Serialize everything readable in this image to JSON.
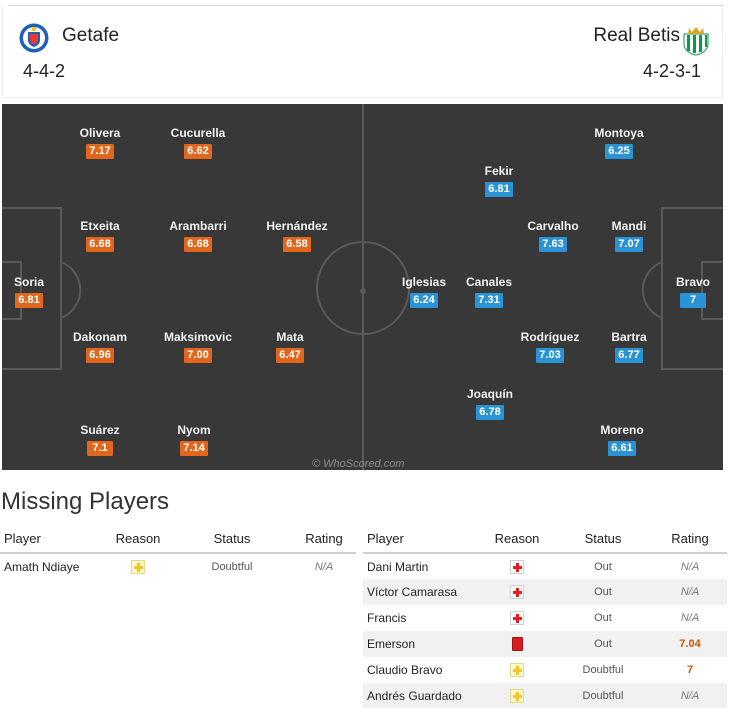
{
  "home": {
    "name": "Getafe",
    "formation": "4-4-2",
    "crest_icon": "getafe-crest-icon",
    "rating_color": "#e3661d",
    "players": [
      {
        "name": "Olivera",
        "rating": "7.17"
      },
      {
        "name": "Cucurella",
        "rating": "6.62"
      },
      {
        "name": "Etxeita",
        "rating": "6.68"
      },
      {
        "name": "Arambarri",
        "rating": "6.68"
      },
      {
        "name": "Hernández",
        "rating": "6.58"
      },
      {
        "name": "Soria",
        "rating": "6.81"
      },
      {
        "name": "Dakonam",
        "rating": "6.96"
      },
      {
        "name": "Maksimovic",
        "rating": "7.00"
      },
      {
        "name": "Mata",
        "rating": "6.47"
      },
      {
        "name": "Suárez",
        "rating": "7.1"
      },
      {
        "name": "Nyom",
        "rating": "7.14"
      }
    ]
  },
  "away": {
    "name": "Real Betis",
    "formation": "4-2-3-1",
    "crest_icon": "betis-crest-icon",
    "rating_color": "#2a93d5",
    "players": [
      {
        "name": "Montoya",
        "rating": "6.25"
      },
      {
        "name": "Fekir",
        "rating": "6.81"
      },
      {
        "name": "Carvalho",
        "rating": "7.63"
      },
      {
        "name": "Mandi",
        "rating": "7.07"
      },
      {
        "name": "Iglesias",
        "rating": "6.24"
      },
      {
        "name": "Canales",
        "rating": "7.31"
      },
      {
        "name": "Bravo",
        "rating": "7"
      },
      {
        "name": "Rodríguez",
        "rating": "7.03"
      },
      {
        "name": "Bartra",
        "rating": "6.77"
      },
      {
        "name": "Joaquín",
        "rating": "6.78"
      },
      {
        "name": "Moreno",
        "rating": "6.61"
      }
    ]
  },
  "pitch": {
    "watermark": "© WhoScored.com",
    "background": "#383838"
  },
  "missing": {
    "title": "Missing Players",
    "columns": [
      "Player",
      "Reason",
      "Status",
      "Rating"
    ],
    "home": [
      {
        "player": "Amath Ndiaye",
        "reason_icon": "doubt-icon",
        "status": "Doubtful",
        "rating": "N/A"
      }
    ],
    "away": [
      {
        "player": "Dani Martin",
        "reason_icon": "injury-icon",
        "status": "Out",
        "rating": "N/A"
      },
      {
        "player": "Víctor Camarasa",
        "reason_icon": "injury-icon",
        "status": "Out",
        "rating": "N/A"
      },
      {
        "player": "Francis",
        "reason_icon": "injury-icon",
        "status": "Out",
        "rating": "N/A"
      },
      {
        "player": "Emerson",
        "reason_icon": "red-card-icon",
        "status": "Out",
        "rating": "7.04"
      },
      {
        "player": "Claudio Bravo",
        "reason_icon": "doubt-icon",
        "status": "Doubtful",
        "rating": "7"
      },
      {
        "player": "Andrés Guardado",
        "reason_icon": "doubt-icon",
        "status": "Doubtful",
        "rating": "N/A"
      }
    ]
  }
}
